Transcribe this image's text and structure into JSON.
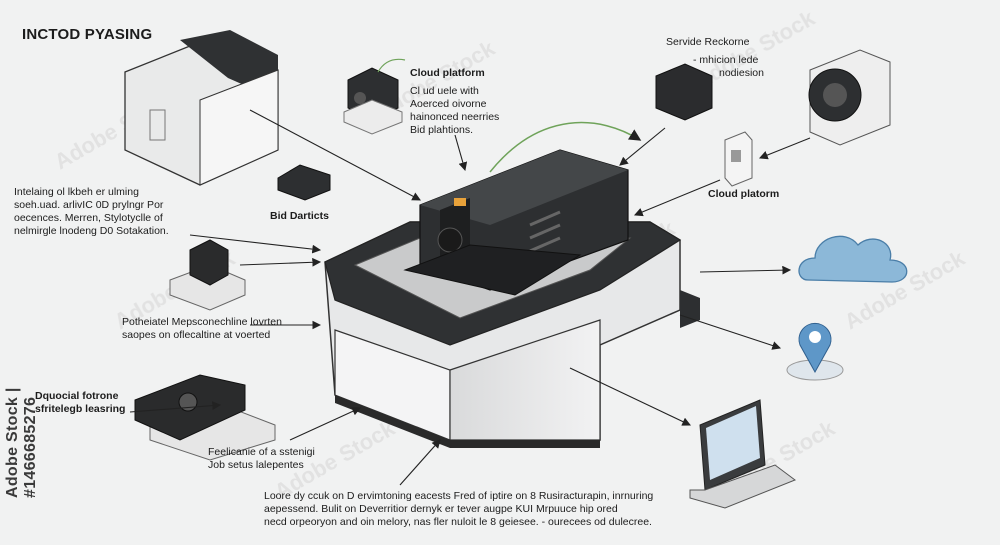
{
  "title": "INCTOD PYASING",
  "side_id": "Adobe Stock | #1466685276",
  "watermark": "Adobe Stock",
  "labels": {
    "cloud_top_title": "Cloud platform",
    "cloud_top_body": [
      "Cl ud uele with",
      "Aoerced oivorne",
      "hainonced neerries",
      "Bid plahtions."
    ],
    "service_title": "Servide Reckorne",
    "service_body": [
      "- mhicion lede",
      "nodiesion"
    ],
    "cloud_right": "Cloud platorm",
    "bid_districts": "Bid Darticts",
    "left_block": [
      "Intelaing ol lkbeh er ulming",
      "soeh.uad. arlivIC 0D prylngr Por",
      "oecences. Merren, Stylotyclle of",
      "nelmirgle lnodeng D0 Sotakation."
    ],
    "potholed": [
      "Potheiatel Mepsconechline lovrten",
      "saopes on oflecaltine at voerted"
    ],
    "dquocial": [
      "Dquocial fotrone",
      "sfritelegb leasring"
    ],
    "feelicanie": [
      "Feelicanie of a sstenigi",
      "Job setus lalepentes"
    ],
    "bottom": [
      "Loore dy ccuk on D ervimtoning eacests Fred of iptire on 8 Rusiracturapin, inrnuring",
      "aepessend. Bulit on Deverritior dernyk er tever augpe KUI Mrpuuce hip ored",
      "necd orpeoryon and oin melory, nas fler nuloit le 8 geiesee. - ourecees od dulecree."
    ]
  },
  "colors": {
    "background": "#f1f2f2",
    "device_dark": "#2d2f31",
    "device_light": "#e4e5e6",
    "cloud_blue": "#8cb8d8",
    "pin_blue": "#5e97c8",
    "arc_green": "#6fa35a",
    "accent_orange": "#e8a23a"
  }
}
